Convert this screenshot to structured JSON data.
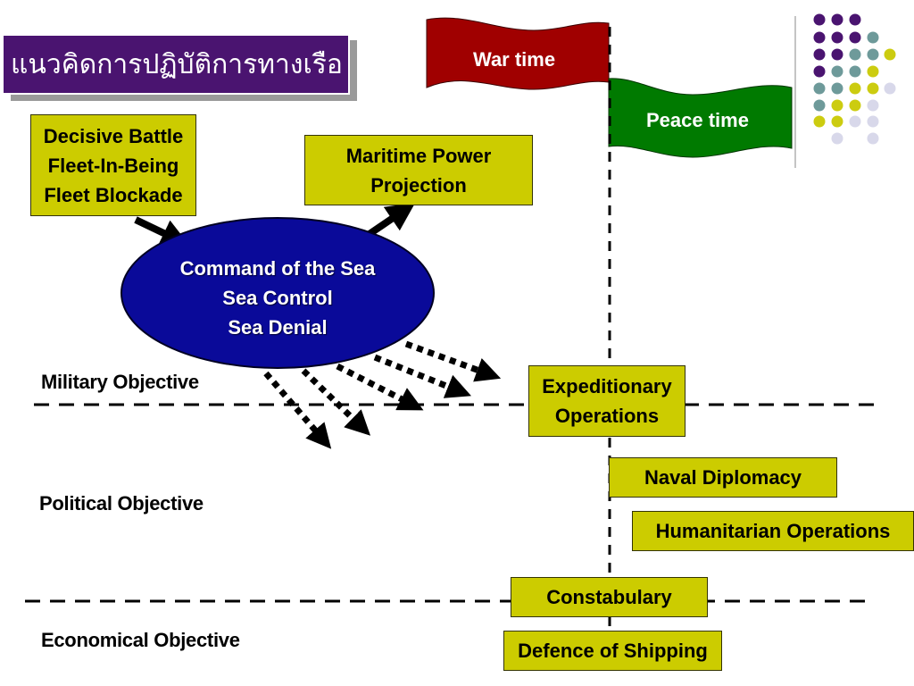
{
  "title": "แนวคิดการปฏิบัติการทางเรือ",
  "flags": {
    "war": {
      "label": "War time",
      "color": "#a00000"
    },
    "peace": {
      "label": "Peace time",
      "color": "#007a00"
    }
  },
  "boxes": {
    "decisive": [
      "Decisive Battle",
      "Fleet-In-Being",
      "Fleet Blockade"
    ],
    "maritime": [
      "Maritime Power",
      "Projection"
    ],
    "expeditionary": [
      "Expeditionary",
      "Operations"
    ],
    "naval_diplomacy": "Naval Diplomacy",
    "humanitarian": "Humanitarian Operations",
    "constabulary": "Constabulary",
    "defence_shipping": "Defence of Shipping"
  },
  "command": [
    "Command of the Sea",
    "Sea Control",
    "Sea Denial"
  ],
  "objectives": {
    "military": "Military Objective",
    "political": "Political Objective",
    "economical": "Economical Objective"
  },
  "colors": {
    "box": "#cccc00",
    "ellipse": "#0a0a99",
    "title_bg": "#4a1470",
    "dot_purple": "#4a1470",
    "dot_teal": "#6e9a9a",
    "dot_yellow": "#cccc10",
    "dot_lavender": "#d8d8ea"
  }
}
